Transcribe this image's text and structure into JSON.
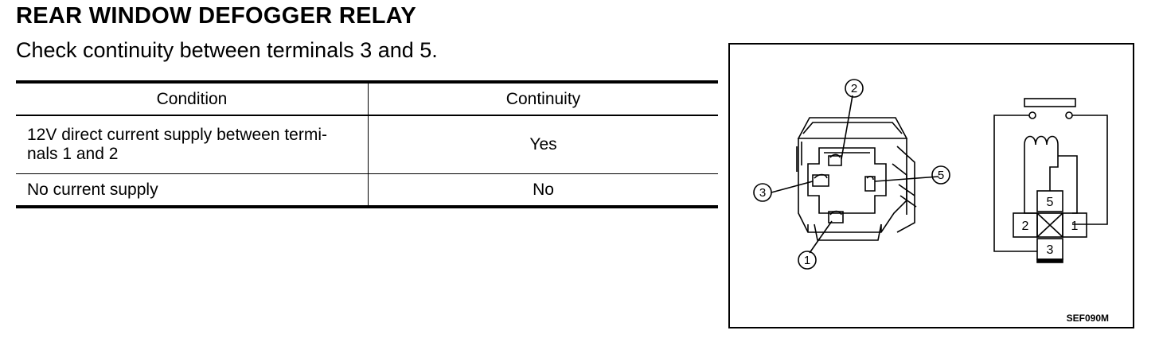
{
  "title": "REAR WINDOW DEFOGGER RELAY",
  "subtitle": "Check continuity between terminals 3 and 5.",
  "table": {
    "headers": [
      "Condition",
      "Continuity"
    ],
    "rows": [
      {
        "condition_line1": "12V direct current supply between termi-",
        "condition_line2": "nals 1 and 2",
        "continuity": "Yes"
      },
      {
        "condition": "No current supply",
        "continuity": "No"
      }
    ]
  },
  "figure": {
    "code": "SEF090M",
    "connector_terminals": [
      "2",
      "5",
      "3",
      "1"
    ],
    "schematic_terminals": [
      "5",
      "2",
      "1",
      "3"
    ]
  }
}
